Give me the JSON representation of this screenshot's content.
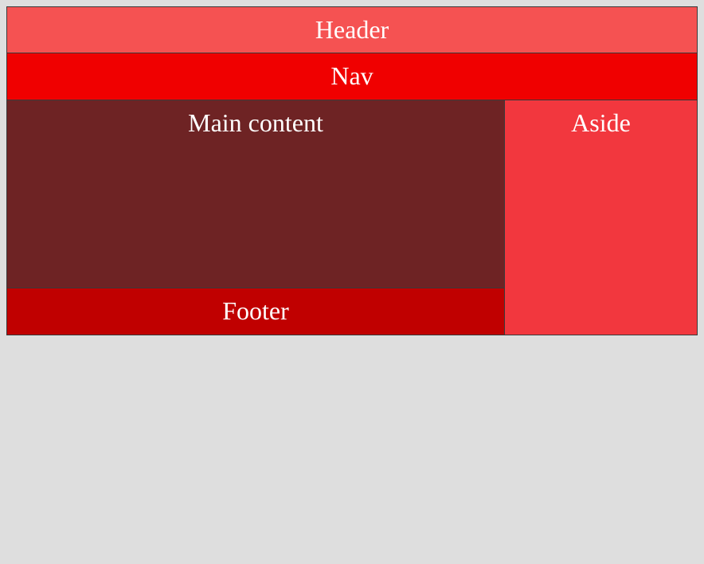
{
  "regions": {
    "header": {
      "label": "Header",
      "color": "#f55252"
    },
    "nav": {
      "label": "Nav",
      "color": "#f00000"
    },
    "main": {
      "label": "Main content",
      "color": "#6e2324"
    },
    "aside": {
      "label": "Aside",
      "color": "#f2373e"
    },
    "footer": {
      "label": "Footer",
      "color": "#c00000"
    }
  }
}
